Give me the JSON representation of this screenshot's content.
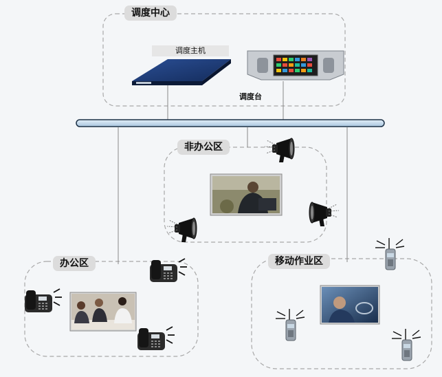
{
  "zones": {
    "dispatch_center": "调度中心",
    "non_office": "非办公区",
    "office": "办公区",
    "mobile_work": "移动作业区"
  },
  "devices": {
    "dispatch_host": "调度主机",
    "dispatch_console": "调度台"
  },
  "icons": {
    "dispatch_host": "rack-server-icon",
    "dispatch_console": "dispatch-console-icon",
    "loudspeaker": "megaphone-icon",
    "ip_phone": "desk-phone-icon",
    "walkie_talkie": "walkie-talkie-icon"
  },
  "colors": {
    "backbone_fill": "#bcd6ea",
    "backbone_stroke": "#1d3146",
    "zone_border": "#a8a8a8",
    "label_bg": "#dcdcdc",
    "host_blue": "#1f3d7a"
  }
}
